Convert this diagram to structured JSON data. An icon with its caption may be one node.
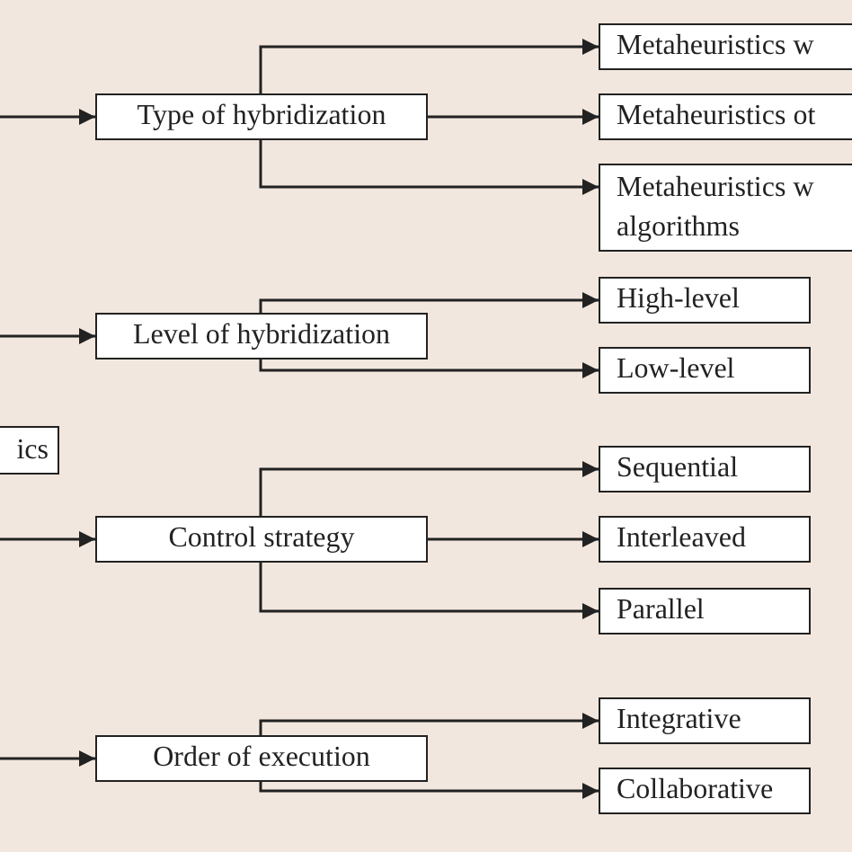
{
  "diagram": {
    "nodes": [
      {
        "text": [
          "Type of hybridization"
        ]
      },
      {
        "text": [
          "Metaheuristics w"
        ]
      },
      {
        "text": [
          "Metaheuristics ot"
        ]
      },
      {
        "text": [
          "Metaheuristics w algorithms"
        ]
      },
      {
        "text": [
          "Level of hybridization"
        ]
      },
      {
        "text": [
          "High-level"
        ]
      },
      {
        "text": [
          "Low-level"
        ]
      },
      {
        "text": [
          "ics"
        ]
      },
      {
        "text": [
          "Control strategy"
        ]
      },
      {
        "text": [
          "Sequential"
        ]
      },
      {
        "text": [
          "Interleaved"
        ]
      },
      {
        "text": [
          "Parallel"
        ]
      },
      {
        "text": [
          "Order of execution"
        ]
      },
      {
        "text": [
          "Integrative"
        ]
      },
      {
        "text": [
          "Collaborative"
        ]
      }
    ],
    "edges": [
      {
        "from": null,
        "to": 0,
        "arrow": "to"
      },
      {
        "from": 0,
        "to": 1,
        "arrow": "to"
      },
      {
        "from": 0,
        "to": 2,
        "arrow": "to"
      },
      {
        "from": 0,
        "to": 3,
        "arrow": "to"
      },
      {
        "from": null,
        "to": 4,
        "arrow": "to"
      },
      {
        "from": 4,
        "to": 5,
        "arrow": "to"
      },
      {
        "from": 4,
        "to": 6,
        "arrow": "to"
      },
      {
        "from": null,
        "to": 8,
        "arrow": "to"
      },
      {
        "from": 8,
        "to": 9,
        "arrow": "to"
      },
      {
        "from": 8,
        "to": 10,
        "arrow": "to"
      },
      {
        "from": 8,
        "to": 11,
        "arrow": "to"
      },
      {
        "from": null,
        "to": 12,
        "arrow": "to"
      },
      {
        "from": 12,
        "to": 13,
        "arrow": "to"
      },
      {
        "from": 12,
        "to": 14,
        "arrow": "to"
      }
    ]
  }
}
